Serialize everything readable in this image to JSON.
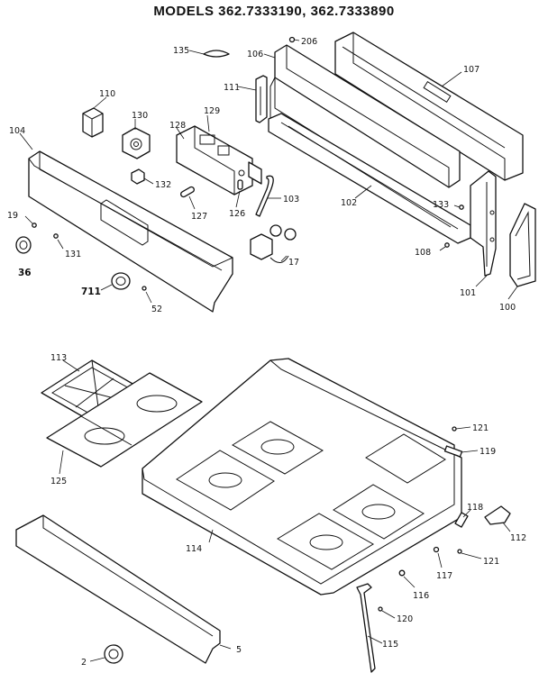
{
  "title": "MODELS 362.7333190, 362.7333890",
  "labels": {
    "l206": "206",
    "l135": "135",
    "l106": "106",
    "l107": "107",
    "l111": "111",
    "l110": "110",
    "l130": "130",
    "l129": "129",
    "l128": "128",
    "l104": "104",
    "l132": "132",
    "l103": "103",
    "l102": "102",
    "l133": "133",
    "l127": "127",
    "l126": "126",
    "l19": "19",
    "l131": "131",
    "l108": "108",
    "l36": "36",
    "l17": "17",
    "l101": "101",
    "l100": "100",
    "l711": "711",
    "l52": "52",
    "l113": "113",
    "l125": "125",
    "l121a": "121",
    "l119": "119",
    "l114": "114",
    "l118": "118",
    "l112": "112",
    "l117": "117",
    "l121b": "121",
    "l116": "116",
    "l120": "120",
    "l115": "115",
    "l2": "2",
    "l5": "5"
  }
}
